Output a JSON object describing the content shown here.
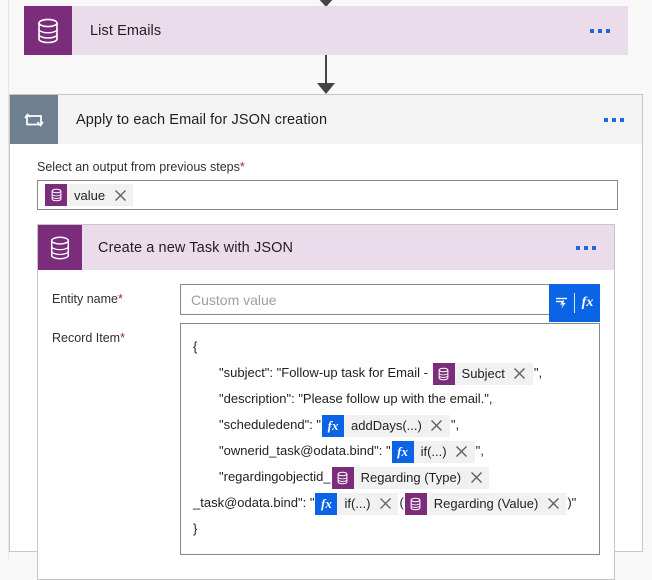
{
  "flow": {
    "steps": [
      {
        "id": "list-emails",
        "title": "List Emails",
        "icon": "dataverse-database-icon",
        "more_label": "…"
      },
      {
        "id": "apply-each",
        "title": "Apply to each Email for JSON creation",
        "icon": "loop-foreach-icon",
        "more_label": "…"
      }
    ]
  },
  "loop": {
    "output_field": {
      "label": "Select an output from previous steps",
      "required_mark": "*",
      "token": {
        "icon": "dataverse-database-icon",
        "label": "value",
        "remove_label": "✕"
      }
    }
  },
  "create_task": {
    "title": "Create a new Task with JSON",
    "icon": "dataverse-database-icon",
    "more_label": "…",
    "entity_name": {
      "label": "Entity name",
      "required_mark": "*",
      "value": "Custom value",
      "dynamic_content_icon": "dynamic-content-lightning-icon",
      "expression_icon": "fx-expression-icon"
    },
    "record_item": {
      "label": "Record Item",
      "required_mark": "*",
      "json": {
        "open_brace": "{",
        "close_brace": "}",
        "lines": [
          {
            "pre": "\"subject\": \"Follow-up task for Email - ",
            "chip": {
              "kind": "dynamic",
              "icon": "dataverse-database-icon",
              "label": "Subject",
              "remove_label": "✕"
            },
            "post": "\","
          },
          {
            "pre": "\"description\": \"Please follow up with the email.\",",
            "chip": null,
            "post": ""
          },
          {
            "pre": "\"scheduledend\": \"",
            "chip": {
              "kind": "expression",
              "icon": "fx-expression-icon",
              "label": "addDays(...)",
              "remove_label": "✕"
            },
            "post": "\","
          },
          {
            "pre": "\"ownerid_task@odata.bind\": \"",
            "chip": {
              "kind": "expression",
              "icon": "fx-expression-icon",
              "label": "if(...)",
              "remove_label": "✕"
            },
            "post": "\","
          }
        ],
        "regarding_line": {
          "pre": "\"regardingobjectid_",
          "chip_type": {
            "kind": "dynamic",
            "icon": "dataverse-database-icon",
            "label": "Regarding (Type)",
            "remove_label": "✕"
          },
          "mid": "_task@odata.bind\": \"",
          "chip_if": {
            "kind": "expression",
            "icon": "fx-expression-icon",
            "label": "if(...)",
            "remove_label": "✕"
          },
          "between": "(",
          "chip_value": {
            "kind": "dynamic",
            "icon": "dataverse-database-icon",
            "label": "Regarding (Value)",
            "remove_label": "✕"
          },
          "post": ")\""
        }
      }
    }
  },
  "colors": {
    "dataverse_purple": "#7b2d7b",
    "card_header_pink": "#eadcea",
    "loop_header_gray": "#f3f3f3",
    "loop_icon_gray": "#6e7f90",
    "accent_blue": "#0b63e5",
    "required_red": "#a4262c",
    "canvas": "#f8f8f8"
  }
}
